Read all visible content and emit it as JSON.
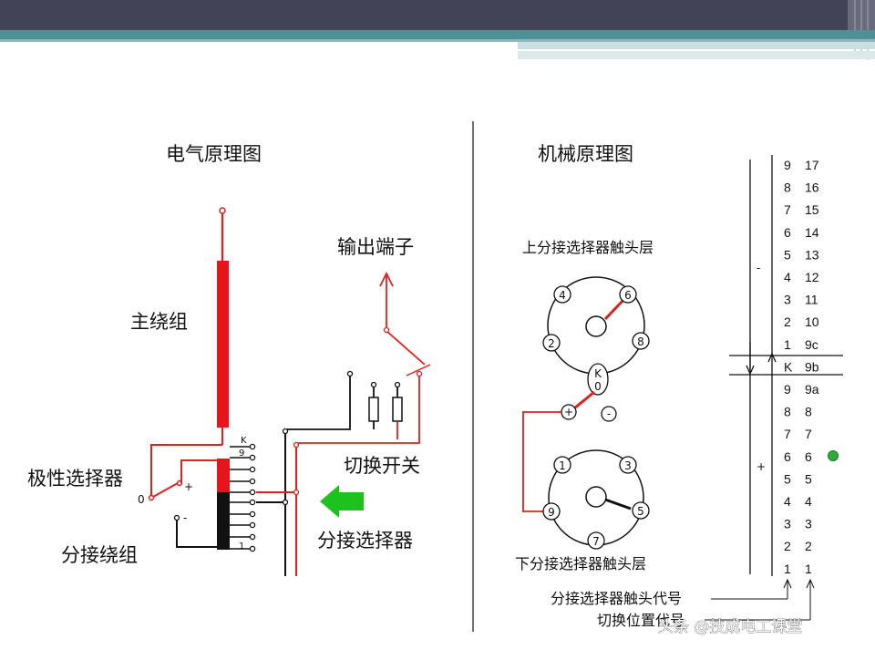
{
  "colors": {
    "title_bar": "#434358",
    "accent_teal": "#4f8f95",
    "red_wire": "#e0201c",
    "red_winding": "#e8141c",
    "arrow_green": "#1ec21e",
    "indicator_dot": "#2eaa3a"
  },
  "headings": {
    "electrical": "电气原理图",
    "mechanical": "机械原理图"
  },
  "electrical": {
    "output_terminal": "输出端子",
    "main_winding": "主绕组",
    "polarity_selector": "极性选择器",
    "tap_winding": "分接绕组",
    "changeover_switch": "切换开关",
    "tap_selector": "分接选择器",
    "polarity_zero": "0",
    "polarity_plus": "+",
    "polarity_minus": "-",
    "tap_k": "K",
    "tap_9": "9",
    "tap_1": "1"
  },
  "mechanical": {
    "upper_layer": "上分接选择器触头层",
    "lower_layer": "下分接选择器触头层",
    "upper_contacts": [
      "4",
      "6",
      "2",
      "8"
    ],
    "k_label": "K",
    "zero_label": "0",
    "plus_label": "+",
    "minus_label": "-",
    "lower_contacts": [
      "1",
      "3",
      "9",
      "5",
      "7"
    ],
    "contact_code_label": "分接选择器触头代号",
    "switch_position_label": "切换位置代号"
  },
  "table": {
    "minus_side": "-",
    "plus_side": "+",
    "rows": [
      {
        "contact": "9",
        "position": "17"
      },
      {
        "contact": "8",
        "position": "16"
      },
      {
        "contact": "7",
        "position": "15"
      },
      {
        "contact": "6",
        "position": "14"
      },
      {
        "contact": "5",
        "position": "13"
      },
      {
        "contact": "4",
        "position": "12"
      },
      {
        "contact": "3",
        "position": "11"
      },
      {
        "contact": "2",
        "position": "10"
      },
      {
        "contact": "1",
        "position": "9c"
      },
      {
        "contact": "K",
        "position": "9b"
      },
      {
        "contact": "9",
        "position": "9a"
      },
      {
        "contact": "8",
        "position": "8"
      },
      {
        "contact": "7",
        "position": "7"
      },
      {
        "contact": "6",
        "position": "6"
      },
      {
        "contact": "5",
        "position": "5"
      },
      {
        "contact": "4",
        "position": "4"
      },
      {
        "contact": "3",
        "position": "3"
      },
      {
        "contact": "2",
        "position": "2"
      },
      {
        "contact": "1",
        "position": "1"
      }
    ]
  },
  "watermark": "头条 @技成电工课堂"
}
